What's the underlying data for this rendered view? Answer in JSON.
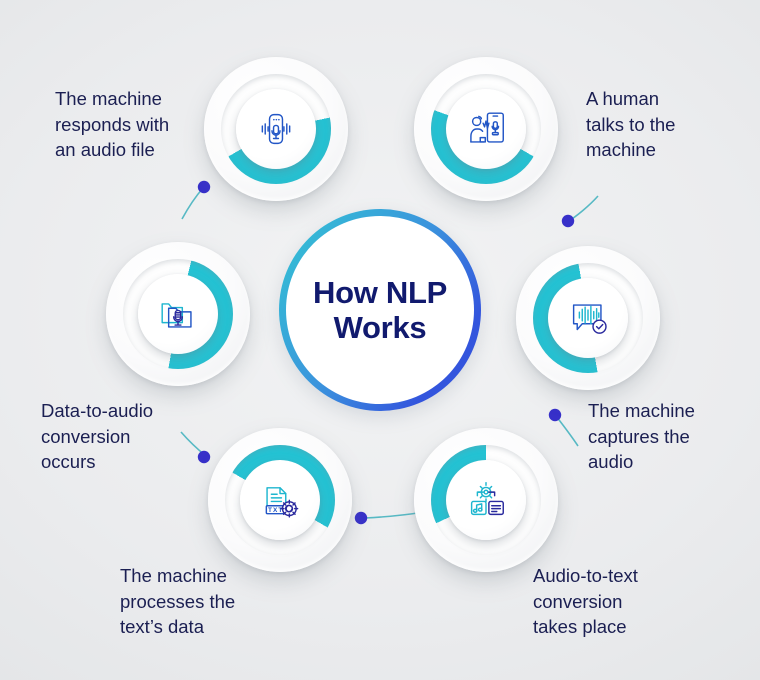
{
  "meta": {
    "background_color": "#ebecee",
    "accent_teal": "#23c2d3",
    "accent_blue": "#3a55d9",
    "text_color": "#1b1f52"
  },
  "hub": {
    "title": "How NLP\nWorks",
    "ring_gradient_from": "#35b7d6",
    "ring_gradient_to": "#3355dd"
  },
  "steps": [
    {
      "id": "step-human-talks",
      "icon": "person-talking-to-phone-icon",
      "caption": "A human\ntalks to the\nmachine",
      "arc_color": "#23c2d3"
    },
    {
      "id": "step-machine-captures",
      "icon": "speech-bubble-waveform-check-icon",
      "caption": "The machine\ncaptures the\naudio",
      "arc_color": "#23c2d3"
    },
    {
      "id": "step-audio-to-text",
      "icon": "gear-audio-text-file-icon",
      "caption": "Audio-to-text\nconversion\ntakes place",
      "arc_color": "#23c2d3"
    },
    {
      "id": "step-processes-text",
      "icon": "txt-document-gear-icon",
      "caption": "The machine\nprocesses the\ntext’s data",
      "arc_color": "#23c2d3"
    },
    {
      "id": "step-data-to-audio",
      "icon": "folder-microphone-icon",
      "caption": "Data-to-audio\nconversion\noccurs",
      "arc_color": "#23c2d3"
    },
    {
      "id": "step-responds-audio",
      "icon": "smart-speaker-microphone-icon",
      "caption": "The machine\nresponds with\nan audio file",
      "arc_color": "#23c2d3"
    }
  ]
}
